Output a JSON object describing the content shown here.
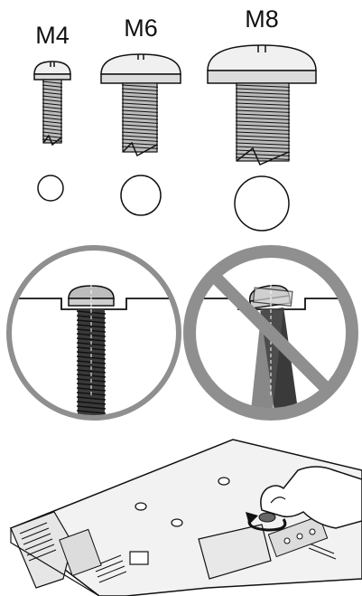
{
  "screws": {
    "labels": [
      "M4",
      "M6",
      "M8"
    ]
  },
  "icons": {
    "correct": "screw-inserted-straight-icon",
    "incorrect": "screw-inserted-crooked-prohibited-icon",
    "tv": "tv-back-screw-tighten-icon"
  },
  "colors": {
    "line": "#111111",
    "screw_body": "#555555",
    "screw_head_shade": "#c8c8c8",
    "prohibit_ring": "#8f8f8f",
    "hole": "#111111",
    "background": "#ffffff"
  }
}
